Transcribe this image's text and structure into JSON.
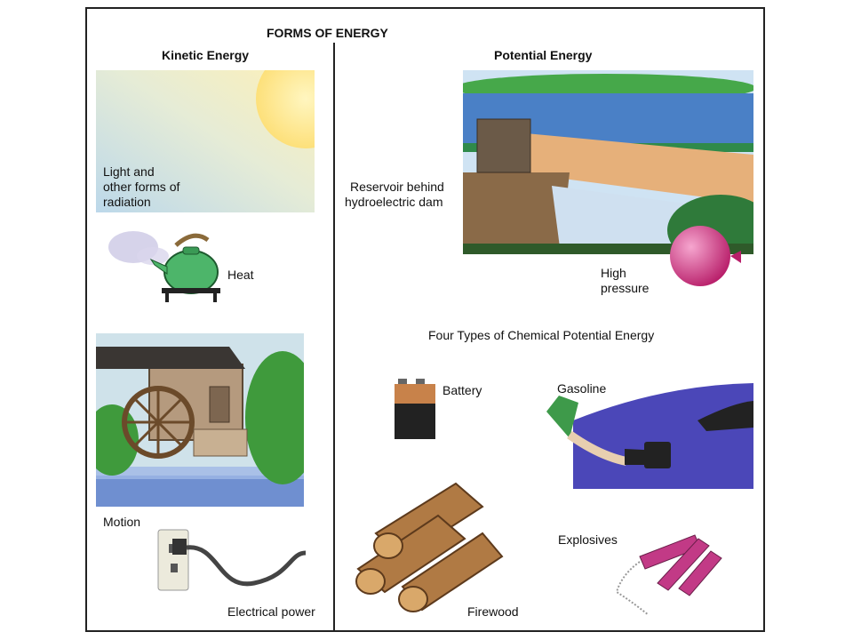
{
  "title": "FORMS OF ENERGY",
  "kinetic": {
    "heading": "Kinetic Energy",
    "items": {
      "light_line1": "Light and",
      "light_line2": "other forms of",
      "light_line3": "radiation",
      "heat": "Heat",
      "motion": "Motion",
      "electrical": "Electrical power"
    }
  },
  "potential": {
    "heading": "Potential Energy",
    "items": {
      "reservoir_line1": "Reservoir behind",
      "reservoir_line2": "hydroelectric dam",
      "pressure_line1": "High",
      "pressure_line2": "pressure"
    },
    "chemical": {
      "heading": "Four Types of Chemical Potential Energy",
      "items": {
        "battery": "Battery",
        "gasoline": "Gasoline",
        "firewood": "Firewood",
        "explosives": "Explosives"
      }
    }
  }
}
